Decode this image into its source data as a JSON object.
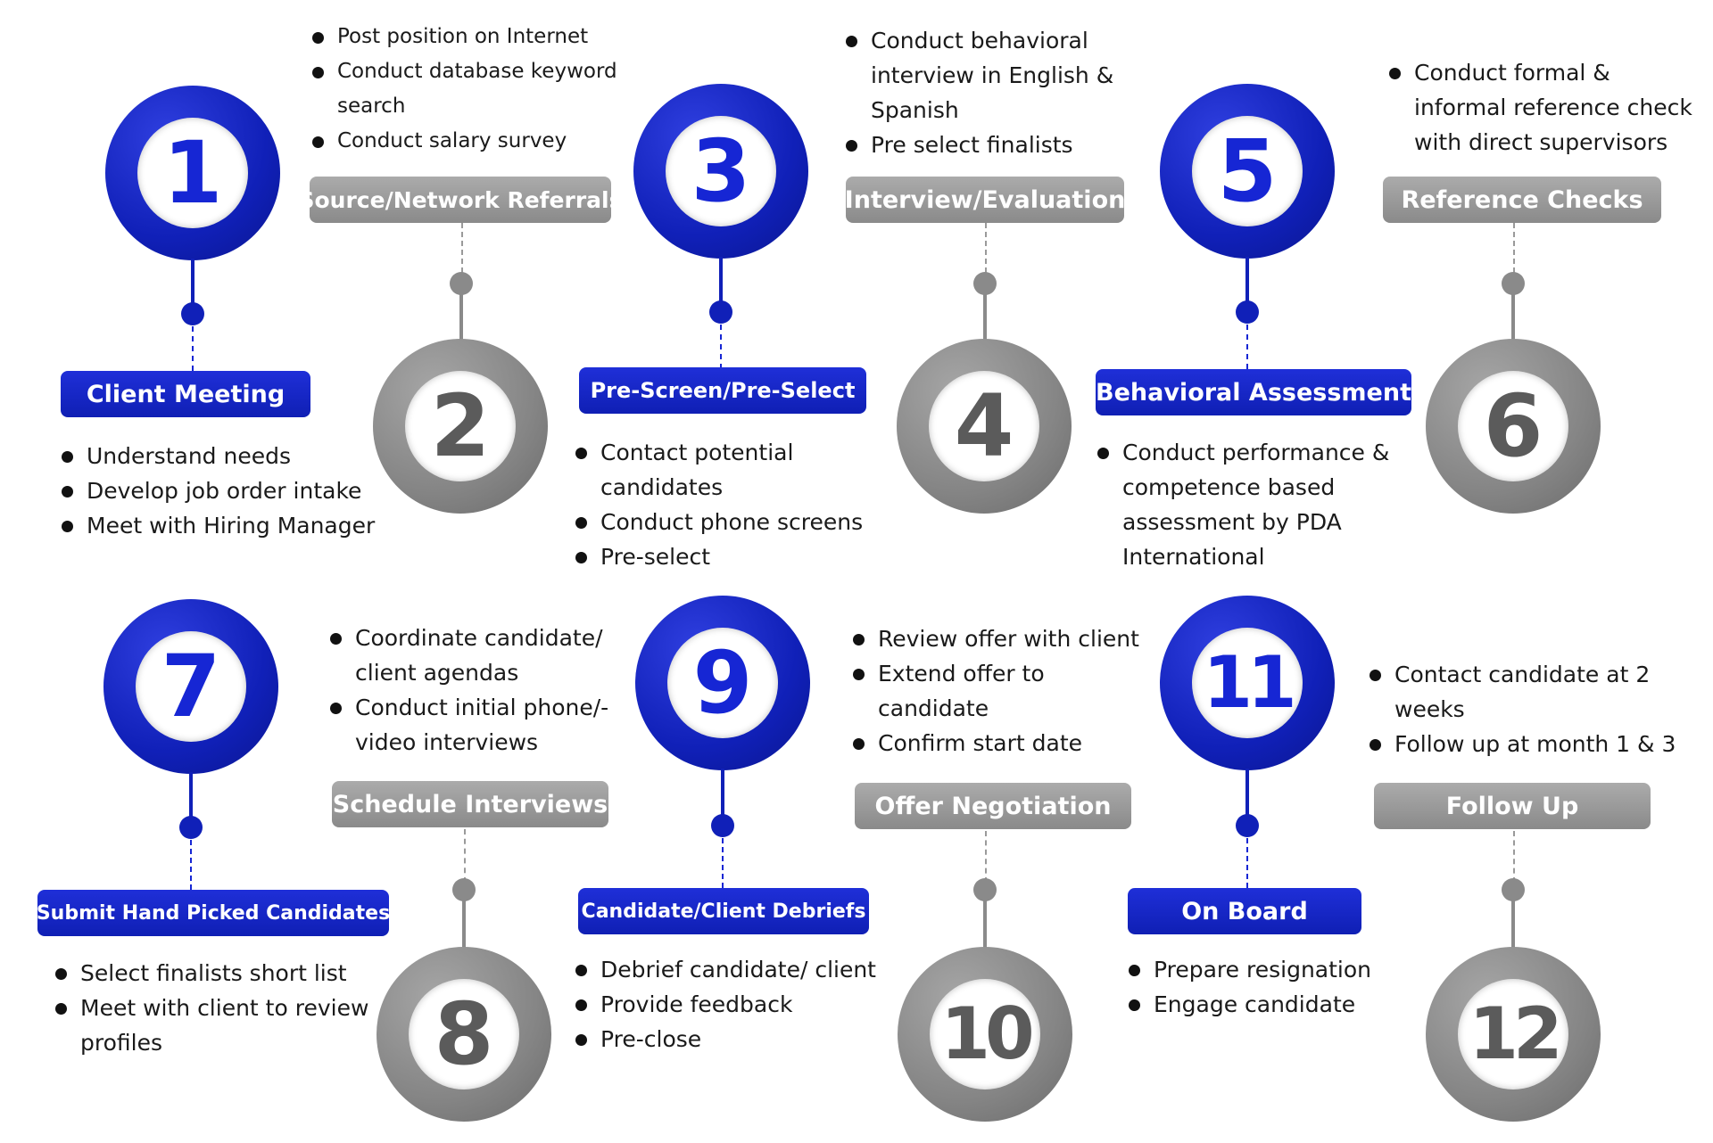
{
  "steps": [
    {
      "number": "1",
      "title": "Client Meeting",
      "bullets": [
        "Understand needs",
        "Develop job order intake",
        "Meet with Hiring Manager"
      ]
    },
    {
      "number": "2",
      "title": "Source/Network Referrals",
      "bullets": [
        "Post position on Internet",
        "Conduct database keyword search",
        "Conduct salary survey"
      ]
    },
    {
      "number": "3",
      "title": "Pre-Screen/Pre-Select",
      "bullets": [
        "Contact potential candidates",
        "Conduct phone screens",
        "Pre-select"
      ]
    },
    {
      "number": "4",
      "title": "Interview/Evaluation",
      "bullets": [
        "Conduct behavioral interview in English & Spanish",
        "Pre select finalists"
      ]
    },
    {
      "number": "5",
      "title": "Behavioral Assessment",
      "bullets": [
        "Conduct performance & competence based assessment by PDA International"
      ]
    },
    {
      "number": "6",
      "title": "Reference Checks",
      "bullets": [
        "Conduct formal & informal reference check with direct supervisors"
      ]
    },
    {
      "number": "7",
      "title": "Submit Hand Picked Candidates",
      "bullets": [
        "Select finalists short list",
        "Meet with client to review profiles"
      ]
    },
    {
      "number": "8",
      "title": "Schedule Interviews",
      "bullets": [
        "Coordinate candidate/ client agendas",
        "Conduct initial phone/-video interviews"
      ]
    },
    {
      "number": "9",
      "title": "Candidate/Client Debriefs",
      "bullets": [
        "Debrief candidate/ client",
        "Provide feedback",
        "Pre-close"
      ]
    },
    {
      "number": "10",
      "title": "Offer Negotiation",
      "bullets": [
        "Review offer with client",
        "Extend offer to candidate",
        "Confirm start date"
      ]
    },
    {
      "number": "11",
      "title": "On Board",
      "bullets": [
        "Prepare resignation",
        "Engage candidate"
      ]
    },
    {
      "number": "12",
      "title": "Follow Up",
      "bullets": [
        "Contact candidate at 2 weeks",
        "Follow up at month 1 & 3"
      ]
    }
  ],
  "colors": {
    "blue": "#1020b8",
    "gray": "#8a8a8a"
  }
}
